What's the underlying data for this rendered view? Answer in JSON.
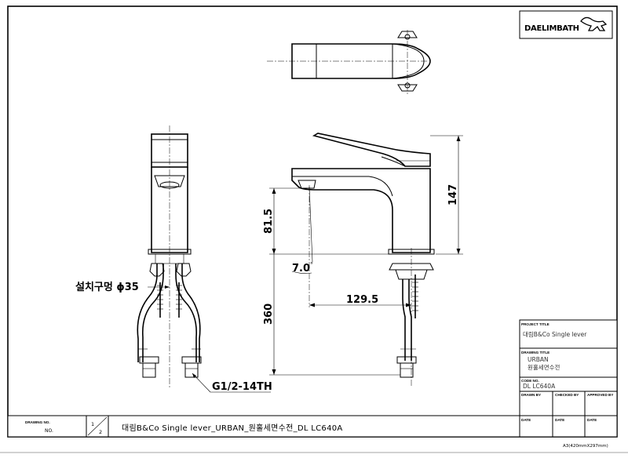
{
  "brand": {
    "logo_text": "DAELIMBATH"
  },
  "dimensions": {
    "height_147": "147",
    "height_81_5": "81.5",
    "angle_7": "7.0",
    "angle_unit": "°",
    "reach_129_5": "129.5",
    "hose_360": "360",
    "hole_label": "설치구멍 ϕ35",
    "thread_label": "G1/2-14TH"
  },
  "title_block": {
    "project_title_label": "PROJECT TITLE",
    "project_title": "대림B&Co Single lever",
    "drawing_title_label": "DRAWING TITLE",
    "drawing_title_line1": "URBAN",
    "drawing_title_line2": "원홀세면수전",
    "code_label": "CODE NO.",
    "code_value": "DL LC640A",
    "drawn_by_label": "DRAWN BY",
    "checked_by_label": "CHECKED BY",
    "approved_by_label": "APPROVED BY",
    "date_label_1": "DATE",
    "date_label_2": "DATE",
    "date_label_3": "DATE"
  },
  "bottom_bar": {
    "drawing_no_label": "DRAWING NO.",
    "no_label": "NO.",
    "sheet_num": "1",
    "sheet_total": "2",
    "description": "대림B&Co Single lever_URBAN_원홀세면수전_DL LC640A"
  },
  "paper_size": "A3(420mmX297mm)"
}
